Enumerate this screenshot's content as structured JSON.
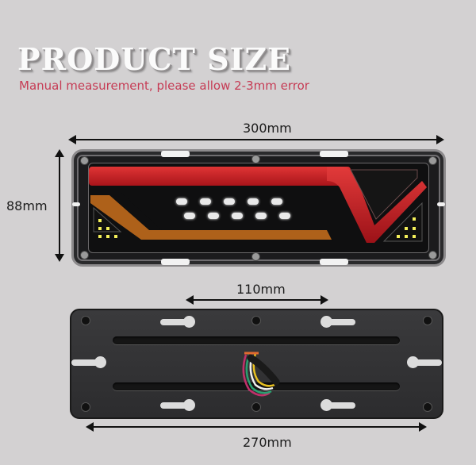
{
  "header": {
    "title": "PRODUCT SIZE",
    "subtitle": "Manual measurement, please allow 2-3mm error"
  },
  "front_view": {
    "width_label": "300mm",
    "height_label": "88mm"
  },
  "back_view": {
    "hole_spacing_label": "110mm",
    "plate_width_label": "270mm"
  },
  "colors": {
    "background": "#d3d1d2",
    "subtitle": "#c63c55",
    "brake_red": "#c41e24",
    "turn_amber": "#c06a1c"
  }
}
